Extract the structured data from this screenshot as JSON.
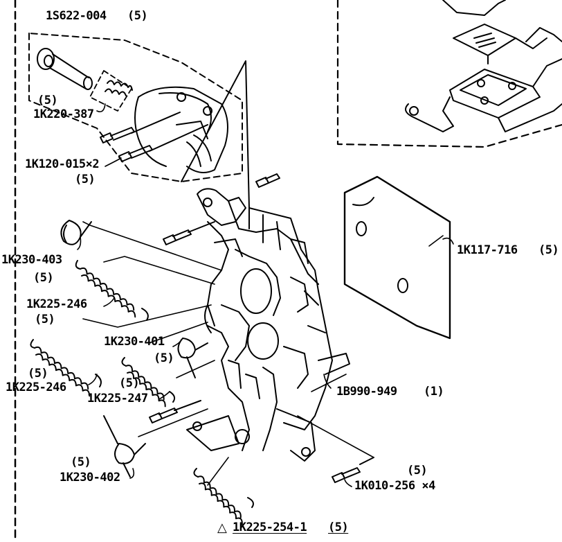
{
  "labels": {
    "p1": "1S622-004",
    "p1_qty": "(5)",
    "p2_qty": "(5)",
    "p2": "1K220-387",
    "p3": "1K120-015×2",
    "p3_qty": "(5)",
    "p4": "1K230-403",
    "p4_qty": "(5)",
    "p5": "1K225-246",
    "p5_qty": "(5)",
    "p6_qty": "(5)",
    "p6": "1K225-246",
    "p7": "1K230-401",
    "p7_qty": "(5)",
    "p8_qty": "(5)",
    "p8": "1K225-247",
    "p9_qty": "(5)",
    "p9": "1K230-402",
    "p10": "1K117-716",
    "p10_qty": "(5)",
    "p11": "1B990-949",
    "p11_qty": "(1)",
    "p12_qty": "(5)",
    "p12": "1K010-256 ×4",
    "p13_mark": "△",
    "p13": "1K225-254-1",
    "p13_qty": "(5)"
  }
}
